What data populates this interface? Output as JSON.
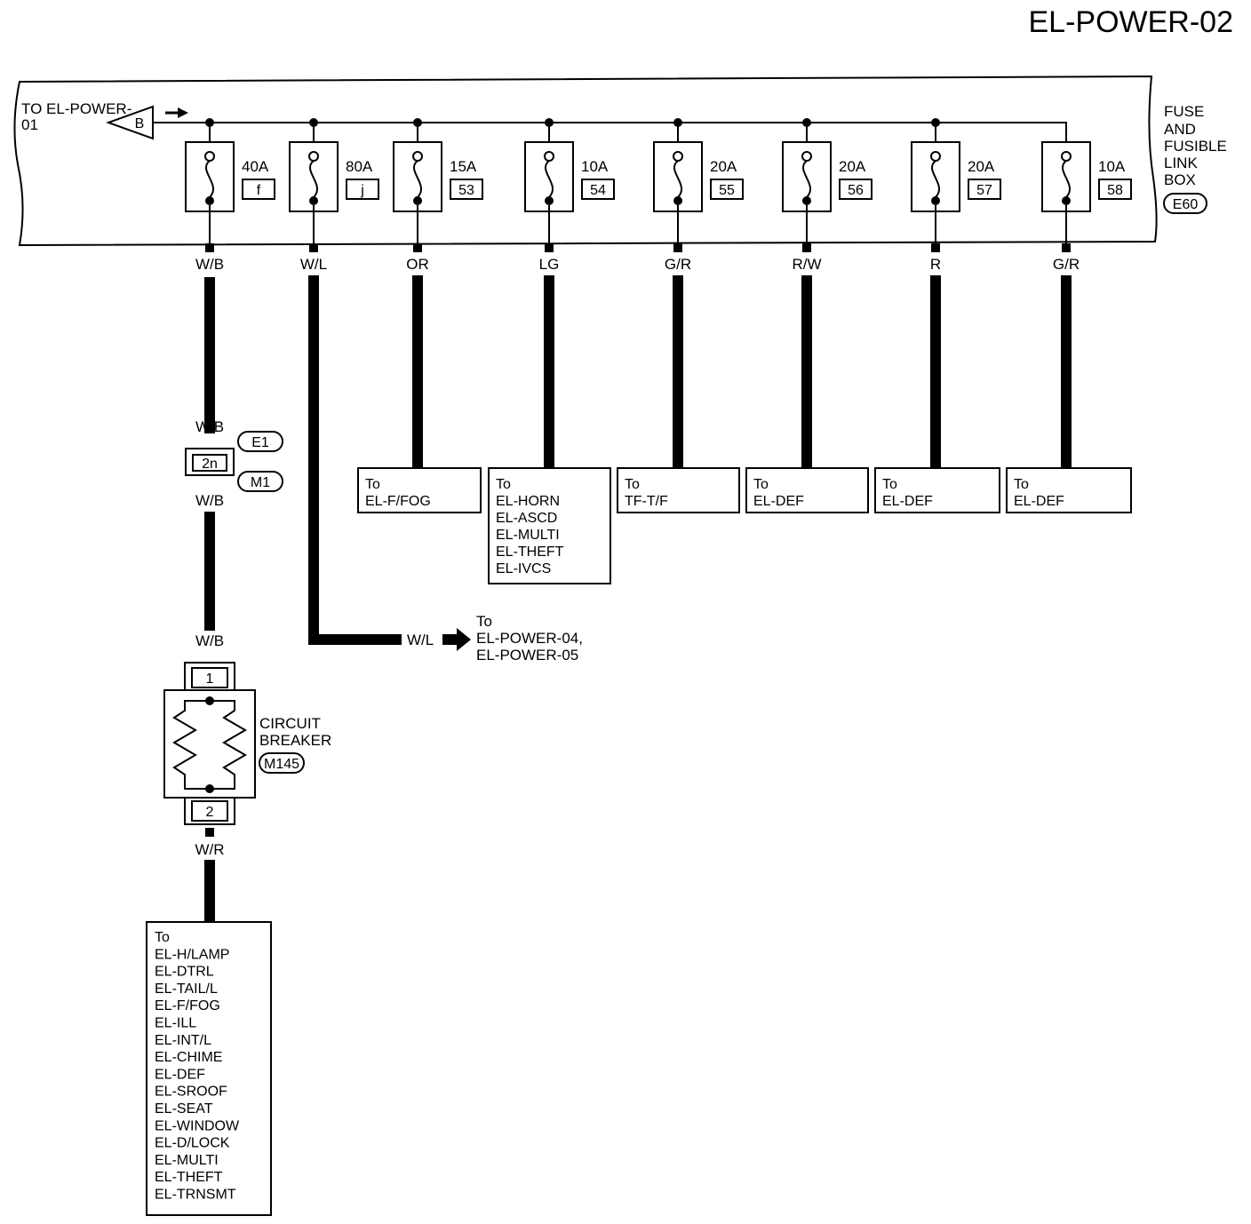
{
  "title": "EL-POWER-02",
  "from_connector": {
    "text_line1": "TO EL-POWER-",
    "text_line2": "01",
    "symbol": "B"
  },
  "fuse_box": {
    "label_lines": [
      "FUSE",
      "AND",
      "FUSIBLE",
      "LINK",
      "BOX"
    ],
    "connector": "E60"
  },
  "fuses": [
    {
      "rating": "40A",
      "id": "f",
      "wire": "W/B"
    },
    {
      "rating": "80A",
      "id": "j",
      "wire": "W/L"
    },
    {
      "rating": "15A",
      "id": "53",
      "wire": "OR"
    },
    {
      "rating": "10A",
      "id": "54",
      "wire": "LG"
    },
    {
      "rating": "20A",
      "id": "55",
      "wire": "G/R"
    },
    {
      "rating": "20A",
      "id": "56",
      "wire": "R/W"
    },
    {
      "rating": "20A",
      "id": "57",
      "wire": "R"
    },
    {
      "rating": "10A",
      "id": "58",
      "wire": "G/R"
    }
  ],
  "destinations": [
    {
      "lines": [
        "To",
        "EL-F/FOG"
      ]
    },
    {
      "lines": [
        "To",
        "EL-HORN",
        "EL-ASCD",
        "EL-MULTI",
        "EL-THEFT",
        "EL-IVCS"
      ]
    },
    {
      "lines": [
        "To",
        "TF-T/F"
      ]
    },
    {
      "lines": [
        "To",
        "EL-DEF"
      ]
    },
    {
      "lines": [
        "To",
        "EL-DEF"
      ]
    },
    {
      "lines": [
        "To",
        "EL-DEF"
      ]
    }
  ],
  "wl_branch": {
    "wire": "W/L",
    "lines": [
      "To",
      "EL-POWER-04,",
      "EL-POWER-05"
    ]
  },
  "joint_connector": {
    "wire_above": "W/B",
    "pin": "2n",
    "conn_top": "E1",
    "conn_bottom": "M1",
    "wire_below": "W/B"
  },
  "breaker": {
    "wire_in": "W/B",
    "pin_in": "1",
    "pin_out": "2",
    "wire_out": "W/R",
    "label_lines": [
      "CIRCUIT",
      "BREAKER"
    ],
    "connector": "M145"
  },
  "breaker_destination": {
    "lines": [
      "To",
      "EL-H/LAMP",
      "EL-DTRL",
      "EL-TAIL/L",
      "EL-F/FOG",
      "EL-ILL",
      "EL-INT/L",
      "EL-CHIME",
      "EL-DEF",
      "EL-SROOF",
      "EL-SEAT",
      "EL-WINDOW",
      "EL-D/LOCK",
      "EL-MULTI",
      "EL-THEFT",
      "EL-TRNSMT"
    ]
  }
}
